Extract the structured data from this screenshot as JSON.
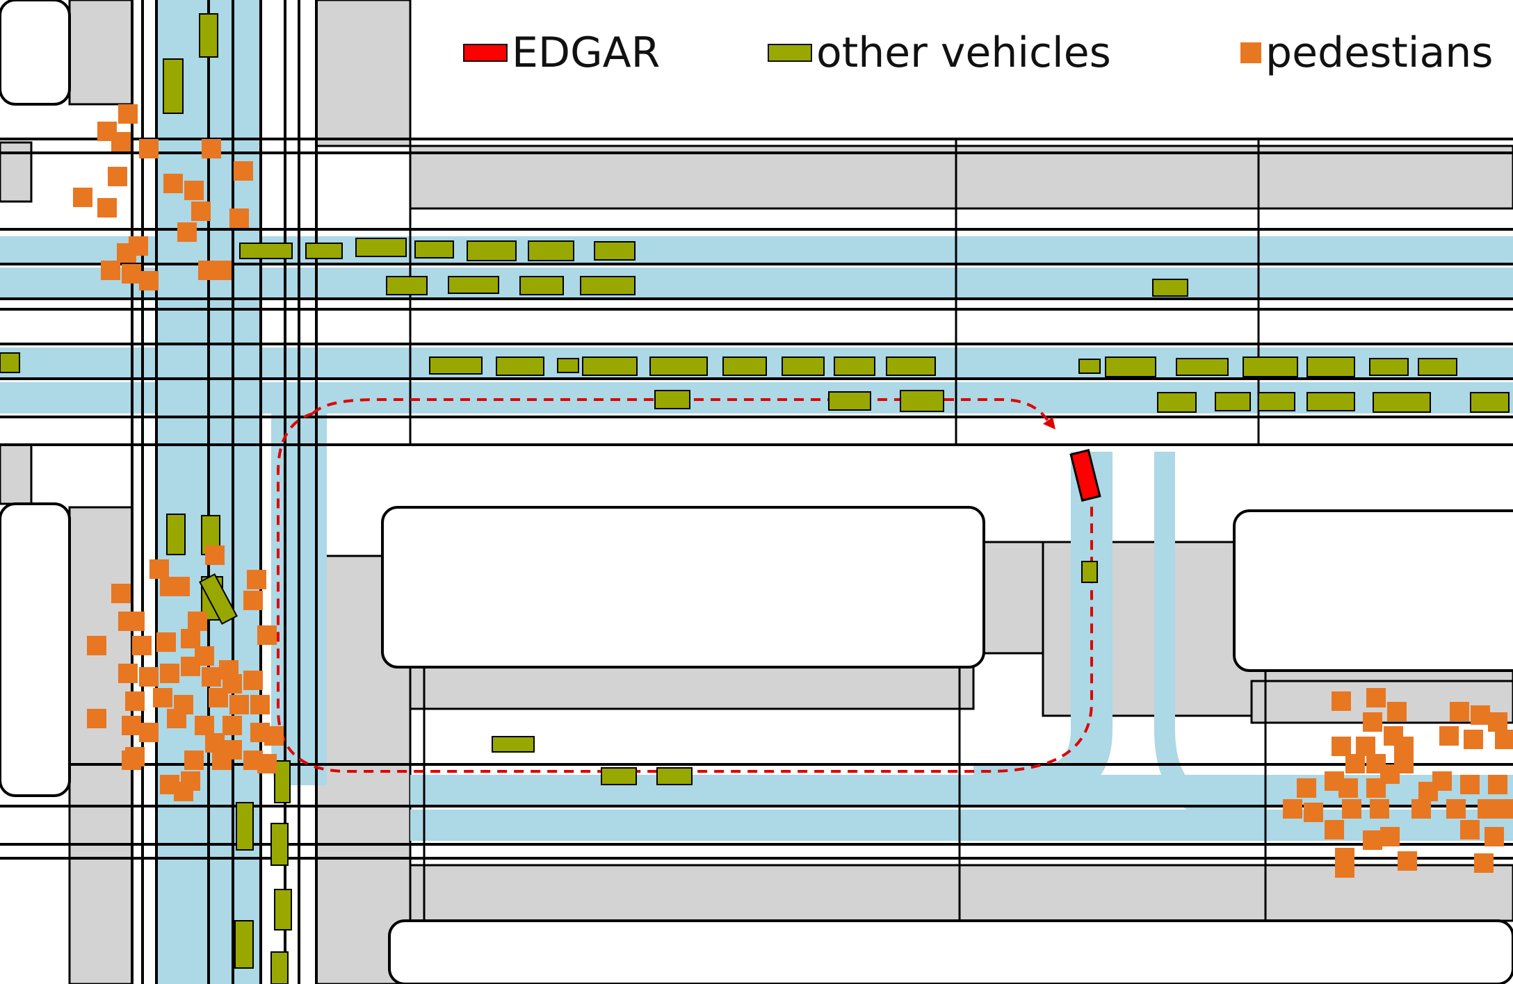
{
  "legend": {
    "ego": {
      "label": "EDGAR",
      "color": "#ff0000"
    },
    "vehicles": {
      "label": "other vehicles",
      "color": "#99a800"
    },
    "pedestrians": {
      "label": "pedestians",
      "color": "#e87722"
    }
  },
  "colors": {
    "lane": "#add8e6",
    "sidewalk": "#d3d3d3",
    "road_edge": "#000000",
    "background": "#ffffff",
    "planned_path": "#e00000"
  }
}
